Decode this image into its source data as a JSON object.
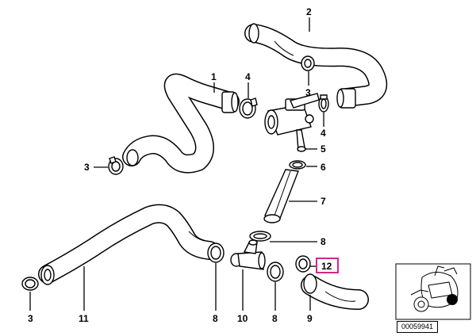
{
  "callouts": {
    "c1": "1",
    "c2": "2",
    "c3_top": "3",
    "c3_left": "3",
    "c3_bottom": "3",
    "c4_left": "4",
    "c4_right": "4",
    "c5": "5",
    "c6": "6",
    "c7": "7",
    "c8_right": "8",
    "c8_left": "8",
    "c8_mid": "8",
    "c9": "9",
    "c10": "10",
    "c11": "11",
    "c12": "12"
  },
  "highlight": {
    "color": "#d6278a",
    "part": "12"
  },
  "catalog_code": "00059941",
  "icons": {
    "inset": "motorcycle-icon",
    "clamp": "hose-clamp-icon",
    "valve": "valve-icon"
  }
}
